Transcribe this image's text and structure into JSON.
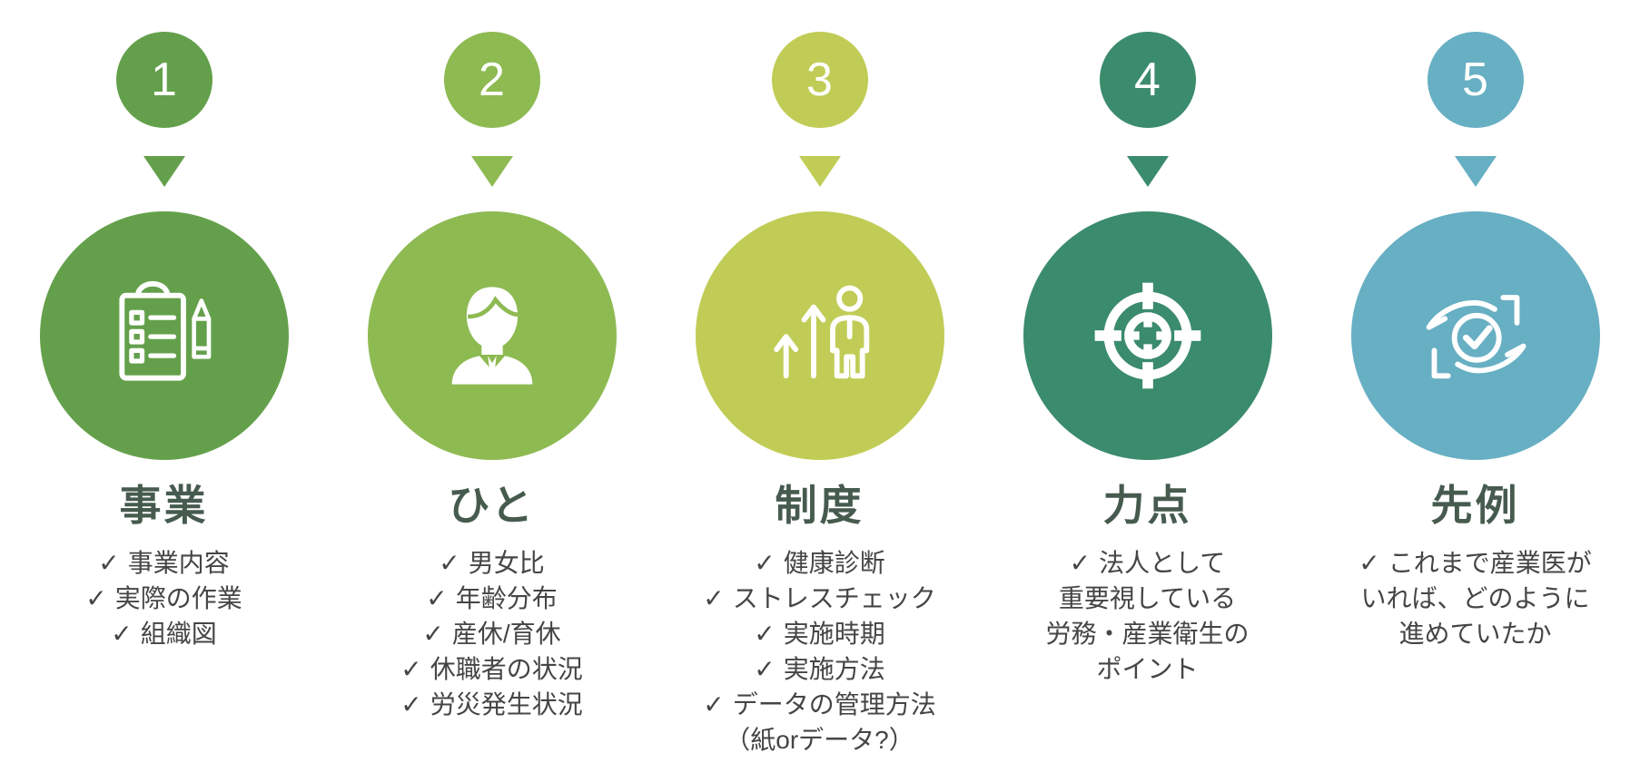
{
  "page": {
    "background": "#ffffff"
  },
  "text_colors": {
    "title": "#465b4e",
    "item": "#454545"
  },
  "icon_color": "#ffffff",
  "columns": [
    {
      "number": "1",
      "color": "#64a04b",
      "icon": "clipboard-checklist-icon",
      "title": "事業",
      "items": [
        {
          "mark": "✓",
          "text": "事業内容"
        },
        {
          "mark": "✓",
          "text": "実際の作業"
        },
        {
          "mark": "✓",
          "text": "組織図"
        }
      ]
    },
    {
      "number": "2",
      "color": "#8eba52",
      "icon": "person-icon",
      "title": "ひと",
      "items": [
        {
          "mark": "✓",
          "text": "男女比"
        },
        {
          "mark": "✓",
          "text": "年齢分布"
        },
        {
          "mark": "✓",
          "text": "産休/育休"
        },
        {
          "mark": "✓",
          "text": "休職者の状況"
        },
        {
          "mark": "✓",
          "text": "労災発生状況"
        }
      ]
    },
    {
      "number": "3",
      "color": "#c0cc55",
      "icon": "growth-arrows-person-icon",
      "title": "制度",
      "items": [
        {
          "mark": "✓",
          "text": "健康診断"
        },
        {
          "mark": "✓",
          "text": "ストレスチェック"
        },
        {
          "mark": "✓",
          "text": "実施時期"
        },
        {
          "mark": "✓",
          "text": "実施方法"
        },
        {
          "mark": "✓",
          "text": "データの管理方法"
        },
        {
          "mark": "",
          "text": "（紙orデータ?）"
        }
      ]
    },
    {
      "number": "4",
      "color": "#3b8b6d",
      "icon": "target-icon",
      "title": "力点",
      "items": [
        {
          "mark": "✓",
          "text": "法人として"
        },
        {
          "mark": "",
          "text": "重要視している"
        },
        {
          "mark": "",
          "text": "労務・産業衛生の"
        },
        {
          "mark": "",
          "text": "ポイント"
        }
      ]
    },
    {
      "number": "5",
      "color": "#67afc3",
      "icon": "hands-check-icon",
      "title": "先例",
      "items": [
        {
          "mark": "✓",
          "text": "これまで産業医が"
        },
        {
          "mark": "",
          "text": "いれば、どのように"
        },
        {
          "mark": "",
          "text": "進めていたか"
        }
      ]
    }
  ]
}
